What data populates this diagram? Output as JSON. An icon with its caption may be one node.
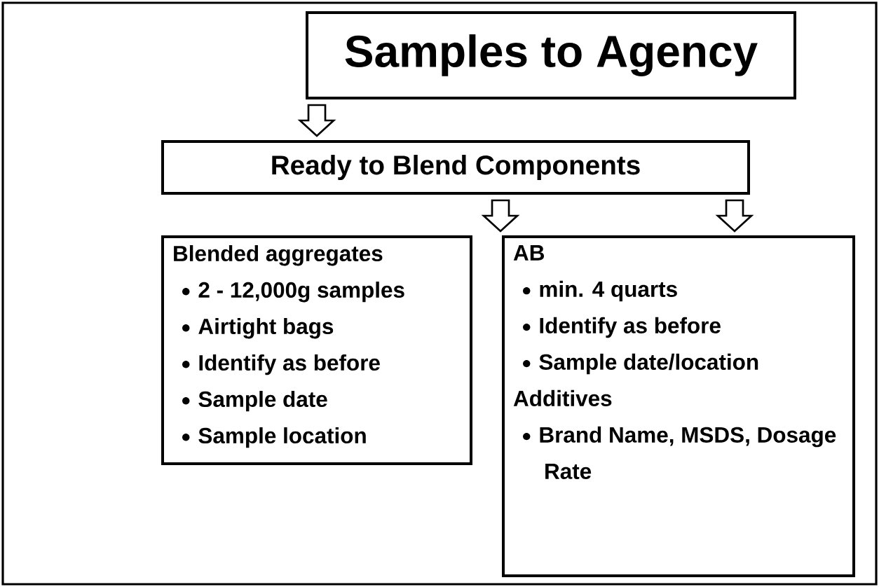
{
  "diagram": {
    "nodes": [
      {
        "text": [
          "Samples to Agency"
        ]
      },
      {
        "text": [
          "Ready to Blend Components"
        ]
      },
      {
        "text": [
          "Blended aggregates",
          "2 - 12,000g samples",
          "Airtight bags",
          "Identify as before",
          "Sample date",
          "Sample location"
        ]
      },
      {
        "text": [
          "AB",
          "min. 4 quarts",
          "Identify as before",
          "Sample date/location",
          "Additives",
          "Brand Name, MSDS, Dosage Rate"
        ]
      }
    ],
    "edges": [
      {
        "from": 0,
        "to": 1,
        "arrow": "to"
      },
      {
        "from": 1,
        "to": 2,
        "arrow": "to"
      },
      {
        "from": 1,
        "to": 3,
        "arrow": "to"
      }
    ]
  }
}
